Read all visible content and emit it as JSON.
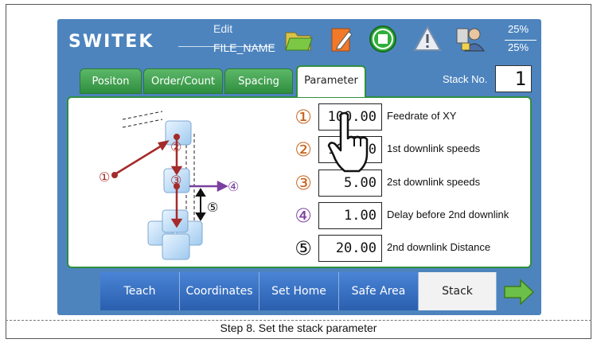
{
  "header": {
    "logo": "SWITEK",
    "mode": "Edit",
    "file_name": "FILE_NAME",
    "percent_top": "25%",
    "percent_bottom": "25%",
    "icons": [
      "open-folder-icon",
      "edit-pencil-icon",
      "stop-button-icon",
      "warning-icon",
      "user-login-icon"
    ]
  },
  "tabs": [
    {
      "label": "Positon",
      "active": false
    },
    {
      "label": "Order/Count",
      "active": false
    },
    {
      "label": "Spacing",
      "active": false
    },
    {
      "label": "Parameter",
      "active": true
    }
  ],
  "stack": {
    "label": "Stack No.",
    "value": "1"
  },
  "diagram": {
    "markers": [
      "①",
      "②",
      "③",
      "④",
      "⑤"
    ]
  },
  "parameters": [
    {
      "marker": "①",
      "value": "100.00",
      "label": "Feedrate of XY",
      "color": "#c8621a"
    },
    {
      "marker": "②",
      "value": "100.00",
      "label": "1st downlink speeds",
      "color": "#c8621a"
    },
    {
      "marker": "③",
      "value": "5.00",
      "label": "2st downlink speeds",
      "color": "#c8621a"
    },
    {
      "marker": "④",
      "value": "1.00",
      "label": "Delay before 2nd downlink",
      "color": "#7a3fa0"
    },
    {
      "marker": "⑤",
      "value": "20.00",
      "label": "2nd downlink Distance",
      "color": "#111111"
    }
  ],
  "bottom_nav": [
    {
      "label": "Teach",
      "active": false
    },
    {
      "label": "Coordinates",
      "active": false
    },
    {
      "label": "Set Home",
      "active": false
    },
    {
      "label": "Safe Area",
      "active": false
    },
    {
      "label": "Stack",
      "active": true
    }
  ],
  "caption": "Step 8. Set the stack parameter",
  "colors": {
    "screen_bg": "#4d84be",
    "tab_green": "#2f8e3f",
    "nav_blue": "#2a5fae",
    "arrow_green": "#6cc04a"
  }
}
